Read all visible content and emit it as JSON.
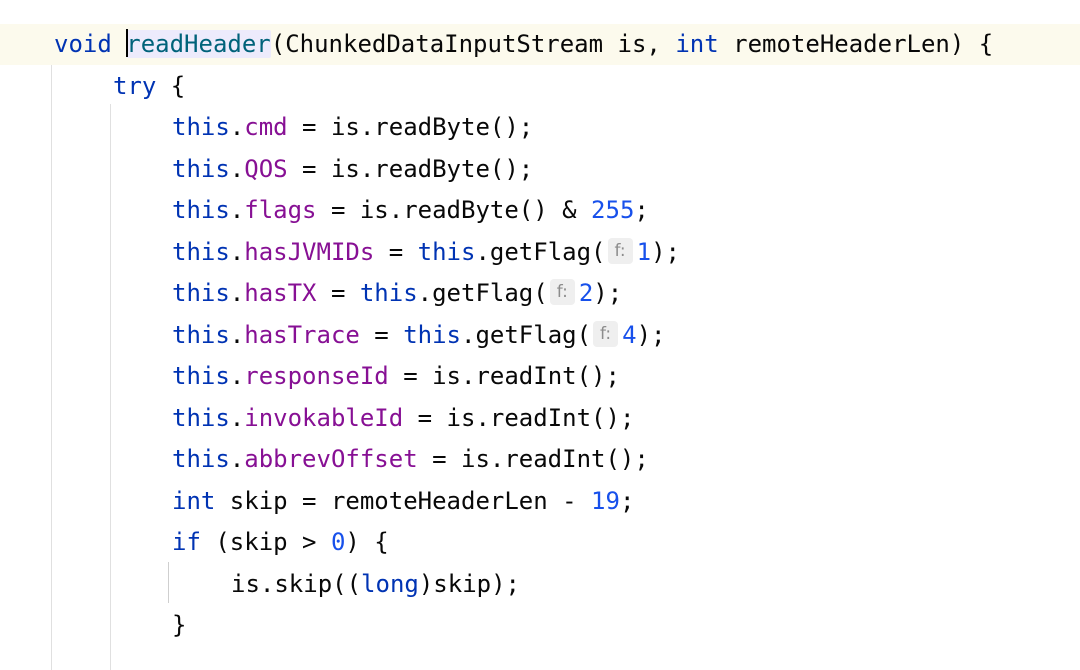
{
  "editor": {
    "colors": {
      "keyword": "#0033b3",
      "field": "#871094",
      "number": "#1750eb",
      "method_declaration": "#00627a",
      "text": "#080808",
      "inlay_hint": "#8c8c8c",
      "current_line": "#fcfaed"
    },
    "lines": [
      {
        "tokens": [
          {
            "text": "void",
            "kind": "keyword"
          },
          {
            "text": " ",
            "kind": "plain"
          },
          {
            "text": "readHeader",
            "kind": "method-decl"
          },
          {
            "text": "(ChunkedDataInputStream is, ",
            "kind": "plain"
          },
          {
            "text": "int",
            "kind": "keyword"
          },
          {
            "text": " remoteHeaderLen) {",
            "kind": "plain"
          }
        ]
      },
      {
        "tokens": [
          {
            "text": "try",
            "kind": "keyword"
          },
          {
            "text": " {",
            "kind": "plain"
          }
        ]
      },
      {
        "tokens": [
          {
            "text": "this",
            "kind": "keyword"
          },
          {
            "text": ".",
            "kind": "plain"
          },
          {
            "text": "cmd",
            "kind": "field"
          },
          {
            "text": " = is.readByte();",
            "kind": "plain"
          }
        ]
      },
      {
        "tokens": [
          {
            "text": "this",
            "kind": "keyword"
          },
          {
            "text": ".",
            "kind": "plain"
          },
          {
            "text": "QOS",
            "kind": "field"
          },
          {
            "text": " = is.readByte();",
            "kind": "plain"
          }
        ]
      },
      {
        "tokens": [
          {
            "text": "this",
            "kind": "keyword"
          },
          {
            "text": ".",
            "kind": "plain"
          },
          {
            "text": "flags",
            "kind": "field"
          },
          {
            "text": " = is.readByte() & ",
            "kind": "plain"
          },
          {
            "text": "255",
            "kind": "number"
          },
          {
            "text": ";",
            "kind": "plain"
          }
        ]
      },
      {
        "tokens": [
          {
            "text": "this",
            "kind": "keyword"
          },
          {
            "text": ".",
            "kind": "plain"
          },
          {
            "text": "hasJVMIDs",
            "kind": "field"
          },
          {
            "text": " = ",
            "kind": "plain"
          },
          {
            "text": "this",
            "kind": "keyword"
          },
          {
            "text": ".getFlag(",
            "kind": "plain"
          },
          {
            "text": "f:",
            "kind": "hint"
          },
          {
            "text": "1",
            "kind": "number"
          },
          {
            "text": ");",
            "kind": "plain"
          }
        ]
      },
      {
        "tokens": [
          {
            "text": "this",
            "kind": "keyword"
          },
          {
            "text": ".",
            "kind": "plain"
          },
          {
            "text": "hasTX",
            "kind": "field"
          },
          {
            "text": " = ",
            "kind": "plain"
          },
          {
            "text": "this",
            "kind": "keyword"
          },
          {
            "text": ".getFlag(",
            "kind": "plain"
          },
          {
            "text": "f:",
            "kind": "hint"
          },
          {
            "text": "2",
            "kind": "number"
          },
          {
            "text": ");",
            "kind": "plain"
          }
        ]
      },
      {
        "tokens": [
          {
            "text": "this",
            "kind": "keyword"
          },
          {
            "text": ".",
            "kind": "plain"
          },
          {
            "text": "hasTrace",
            "kind": "field"
          },
          {
            "text": " = ",
            "kind": "plain"
          },
          {
            "text": "this",
            "kind": "keyword"
          },
          {
            "text": ".getFlag(",
            "kind": "plain"
          },
          {
            "text": "f:",
            "kind": "hint"
          },
          {
            "text": "4",
            "kind": "number"
          },
          {
            "text": ");",
            "kind": "plain"
          }
        ]
      },
      {
        "tokens": [
          {
            "text": "this",
            "kind": "keyword"
          },
          {
            "text": ".",
            "kind": "plain"
          },
          {
            "text": "responseId",
            "kind": "field"
          },
          {
            "text": " = is.readInt();",
            "kind": "plain"
          }
        ]
      },
      {
        "tokens": [
          {
            "text": "this",
            "kind": "keyword"
          },
          {
            "text": ".",
            "kind": "plain"
          },
          {
            "text": "invokableId",
            "kind": "field"
          },
          {
            "text": " = is.readInt();",
            "kind": "plain"
          }
        ]
      },
      {
        "tokens": [
          {
            "text": "this",
            "kind": "keyword"
          },
          {
            "text": ".",
            "kind": "plain"
          },
          {
            "text": "abbrevOffset",
            "kind": "field"
          },
          {
            "text": " = is.readInt();",
            "kind": "plain"
          }
        ]
      },
      {
        "tokens": [
          {
            "text": "int",
            "kind": "keyword"
          },
          {
            "text": " skip = remoteHeaderLen - ",
            "kind": "plain"
          },
          {
            "text": "19",
            "kind": "number"
          },
          {
            "text": ";",
            "kind": "plain"
          }
        ]
      },
      {
        "tokens": [
          {
            "text": "if",
            "kind": "keyword"
          },
          {
            "text": " (skip > ",
            "kind": "plain"
          },
          {
            "text": "0",
            "kind": "number"
          },
          {
            "text": ") {",
            "kind": "plain"
          }
        ]
      },
      {
        "tokens": [
          {
            "text": "is.skip((",
            "kind": "plain"
          },
          {
            "text": "long",
            "kind": "keyword"
          },
          {
            "text": ")skip);",
            "kind": "plain"
          }
        ]
      },
      {
        "tokens": [
          {
            "text": "}",
            "kind": "plain"
          }
        ]
      }
    ]
  }
}
